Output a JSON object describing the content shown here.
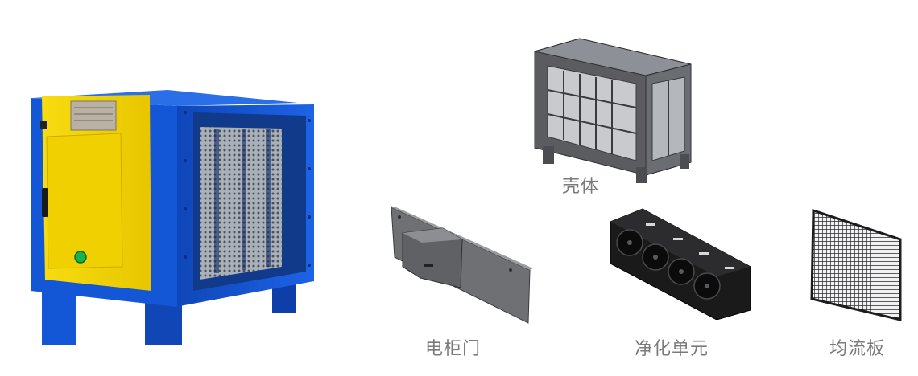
{
  "captions": {
    "shell": "壳体",
    "cabinet_door": "电柜门",
    "purification_unit": "净化单元",
    "flow_plate": "均流板"
  },
  "nameplate": {
    "text": ""
  },
  "colors": {
    "body_blue": "#1457d6",
    "door_yellow": "#f5d800",
    "panel_grey": "#6e7074",
    "unit_black": "#1a1a1a",
    "caption_grey": "#7a7a7a",
    "indicator_green": "#19b34a"
  }
}
